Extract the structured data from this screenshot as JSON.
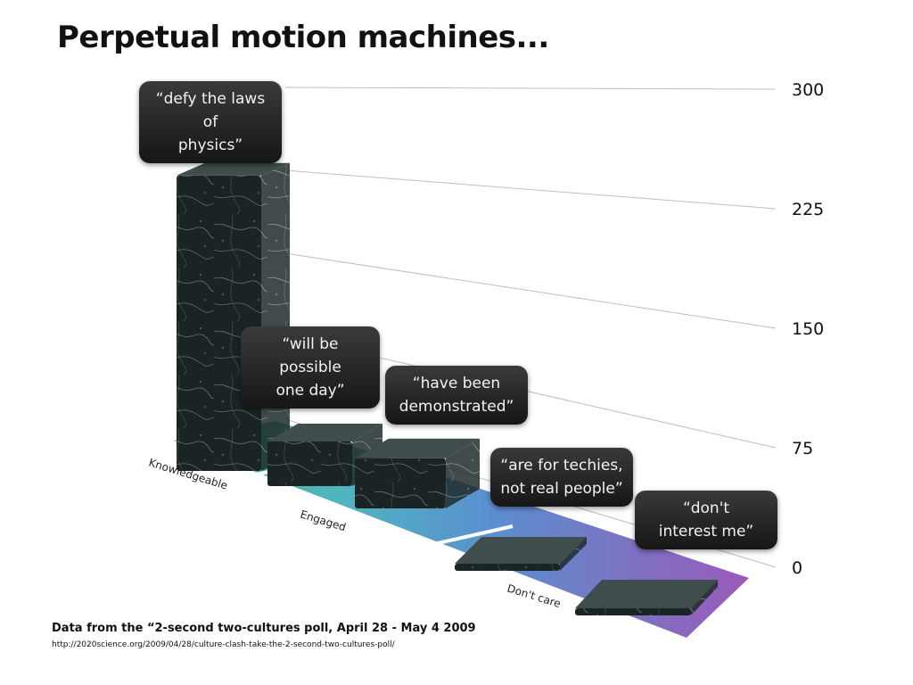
{
  "title": "Perpetual motion machines...",
  "source": {
    "line": "Data from the “2-second two-cultures poll, April 28 - May 4 2009",
    "url": "http://2020science.org/2009/04/28/culture-clash-take-the-2-second-two-cultures-poll/"
  },
  "chart_data": {
    "type": "bar",
    "title": "Perpetual motion machines...",
    "groups": [
      "Knowledgeable",
      "Engaged",
      "Don't care"
    ],
    "categories": [
      "“defy the laws of\nphysics”",
      "“will be possible\none day”",
      "“have been\ndemonstrated”",
      "“are for techies,\nnot real people”",
      "“don't\ninterest me”"
    ],
    "group_of_category": [
      "Knowledgeable",
      "Engaged",
      "Engaged",
      "Don't care",
      "Don't care"
    ],
    "values": [
      265,
      40,
      45,
      5,
      3
    ],
    "yticks": [
      0,
      75,
      150,
      225,
      300
    ],
    "ylim": [
      0,
      300
    ],
    "grid": true,
    "colors": {
      "knowledgeable": "#3daf7a",
      "engaged": "#4fb0c8",
      "dont_care": "#8a5fb8",
      "bar": "#1f2b2b",
      "bubble": "#222222"
    }
  }
}
